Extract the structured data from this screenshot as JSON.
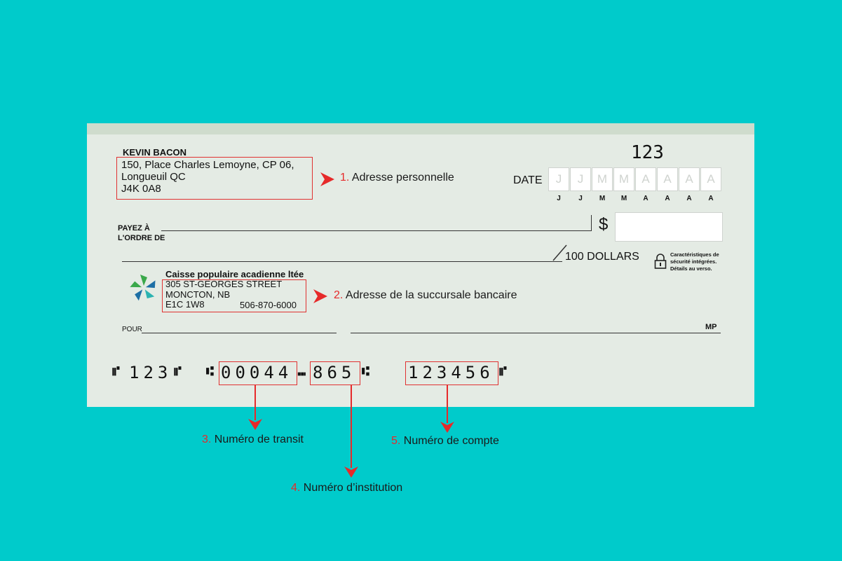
{
  "cheque": {
    "owner_name": "KEVIN BACON",
    "address_lines": [
      "150, Place Charles Lemoyne, CP 06,",
      "Longueuil QC",
      "J4K 0A8"
    ],
    "cheque_number": "123",
    "date_label": "DATE",
    "date_box_letters": [
      "J",
      "J",
      "M",
      "M",
      "A",
      "A",
      "A",
      "A"
    ],
    "date_labels": [
      "J",
      "J",
      "M",
      "M",
      "A",
      "A",
      "A",
      "A"
    ],
    "payee_label_1": "PAYEZ À",
    "payee_label_2": "L'ORDRE DE",
    "dollar_sign": "$",
    "dollars_text": "100 DOLLARS",
    "security_text_lines": [
      "Caractéristiques de",
      "sécurité intégrées.",
      "Détails au verso."
    ],
    "bank_name": "Caisse populaire acadienne ltée",
    "bank_address_lines": [
      "305 ST-GEORGES STREET",
      "MONCTON, NB",
      "E1C 1W8"
    ],
    "bank_phone": "506-870-6000",
    "memo_label": "POUR",
    "signature_label": "MP",
    "micr": {
      "cheque_no": "123",
      "transit": "00044",
      "institution": "865",
      "account": "123456"
    }
  },
  "annotations": {
    "a1": {
      "num": "1.",
      "text": "Adresse personnelle"
    },
    "a2": {
      "num": "2.",
      "text": "Adresse de la succursale bancaire"
    },
    "a3": {
      "num": "3.",
      "text": "Numéro de transit"
    },
    "a4": {
      "num": "4.",
      "text": "Numéro d’institution"
    },
    "a5": {
      "num": "5.",
      "text": "Numéro de compte"
    }
  },
  "colors": {
    "background": "#00cbcb",
    "cheque": "#e4ebe4",
    "annotation_red": "#e62a2a",
    "logo_green": "#3aa84a",
    "logo_blue": "#1d6fa5",
    "logo_teal": "#2bb3b1"
  }
}
